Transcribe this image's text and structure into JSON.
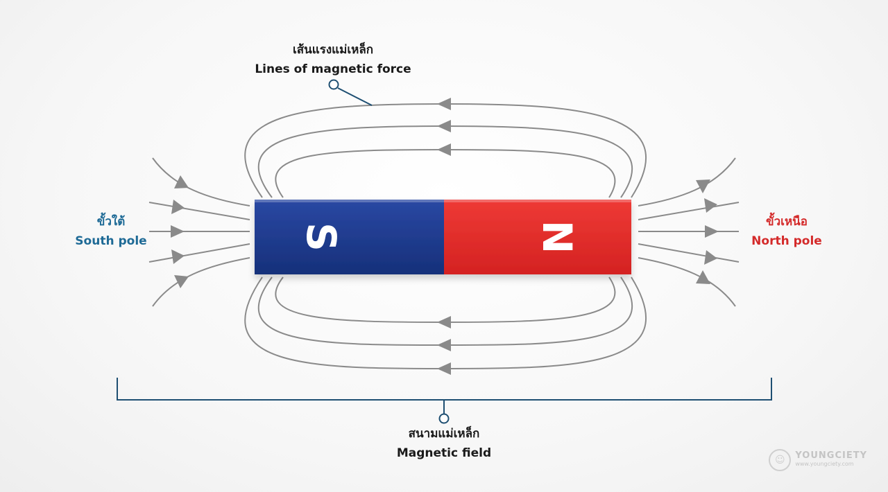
{
  "labels": {
    "field_lines_th": "เส้นแรงแม่เหล็ก",
    "field_lines_en": "Lines of magnetic force",
    "south_pole_th": "ขั้วใต้",
    "south_pole_en": "South pole",
    "north_pole_th": "ขั้วเหนือ",
    "north_pole_en": "North pole",
    "magnetic_field_th": "สนามแม่เหล็ก",
    "magnetic_field_en": "Magnetic field"
  },
  "magnet": {
    "south_letter": "S",
    "north_letter": "N"
  },
  "watermark": {
    "brand": "YOUNGCIETY",
    "url": "www.youngciety.com"
  },
  "colors": {
    "south": "#1e6a96",
    "north": "#d42a2a",
    "magnet_blue": "#1f3a8c",
    "magnet_red": "#e02a2a",
    "field_line": "#8a8a8a",
    "annotation": "#1e4f72"
  }
}
